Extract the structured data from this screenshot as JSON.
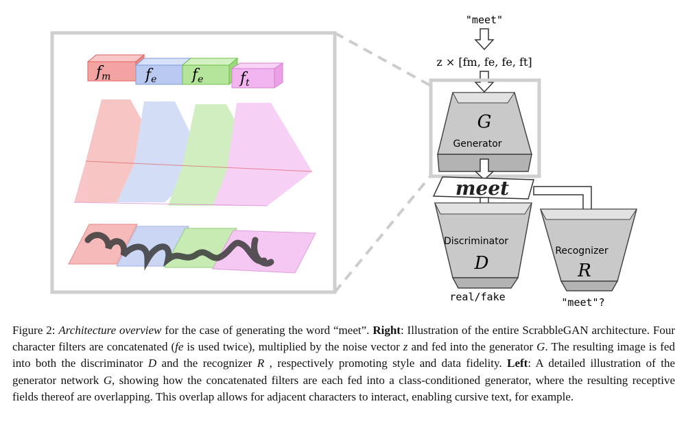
{
  "figure": {
    "input_word": "\"meet\"",
    "noise_expr": "z × [fm, fe, fe, ft]",
    "generator_symbol": "G",
    "generator_label": "Generator",
    "word_image_text": "meet",
    "discriminator_label": "Discriminator",
    "discriminator_symbol": "D",
    "recognizer_label": "Recognizer",
    "recognizer_symbol": "R",
    "discriminator_output": "real/fake",
    "recognizer_output": "\"meet\"?",
    "filters": [
      {
        "base": "f",
        "sub": "m",
        "color": "#f4a3a3",
        "stroke": "#e06060"
      },
      {
        "base": "f",
        "sub": "e",
        "color": "#b9c9ef",
        "stroke": "#7f98d8"
      },
      {
        "base": "f",
        "sub": "e",
        "color": "#b5e59a",
        "stroke": "#6cbf48"
      },
      {
        "base": "f",
        "sub": "t",
        "color": "#f2b5ef",
        "stroke": "#d47fd0"
      }
    ]
  },
  "caption": {
    "label": "Figure 2:",
    "title": "Architecture overview",
    "s1": "for the case of generating the word “meet”.",
    "right_label": "Right",
    "s2": ": Illustration of the entire ScrabbleGAN architecture. Four character filters are concatenated (",
    "fe": "fe",
    "s3": " is used twice), multiplied by the noise vector ",
    "z": "z",
    "s4": " and fed into the generator ",
    "G": "G",
    "s5": ". The resulting image is fed into both the discriminator ",
    "D": "D",
    "s6": " and the recognizer ",
    "R": "R",
    "s7": " , respectively promoting style and data fidelity.",
    "left_label": "Left",
    "s8": ": A detailed illustration of the generator network ",
    "G2": "G",
    "s9": ", showing how the concatenated filters are each fed into a class-conditioned generator, where the resulting receptive fields thereof are overlapping. This overlap allows for adjacent characters to interact, enabling cursive text, for example."
  }
}
